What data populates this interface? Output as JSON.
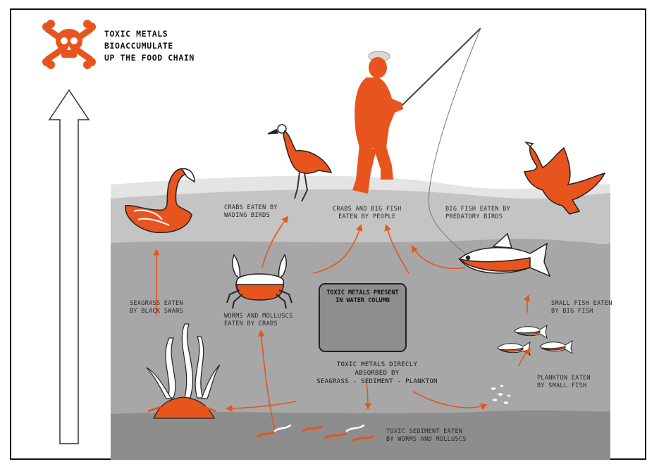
{
  "title_lines": [
    "TOXIC METALS",
    "BIOACCUMULATE",
    "UP THE FOOD CHAIN"
  ],
  "box": {
    "lines": [
      "TOXIC METALS PRESENT",
      "IN WATER COLUMN"
    ]
  },
  "center_note": {
    "lines": [
      "TOXIC METALS DIRECLY",
      "ABSORBED BY",
      "SEAGRASS - SEDIMENT - PLANKTON"
    ]
  },
  "labels": {
    "crabs_wading": "CRABS EATEN BY\nWADING BIRDS",
    "crabs_people": "CRABS AND BIG FISH\nEATEN BY PEOPLE",
    "bigfish_predatory": "BIG FISH EATEN BY\nPREDATORY BIRDS",
    "seagrass_swans": "SEAGRASS EATEN\nBY BLACK SWANS",
    "worms_crabs": "WORMS AND MOLLUSCS\nEATEN BY CRABS",
    "smallfish_bigfish": "SMALL FISH EATEN\nBY BIG FISH",
    "plankton_smallfish": "PLANKTON EATEN\nBY SMALL FISH",
    "sediment_worms": "TOXIC SEDIMENT EATEN\nBY WORMS AND MOLLUSCS"
  },
  "colors": {
    "accent_orange": "#e8541e",
    "sky_band": "#e2e2e2",
    "upper_water": "#c3c3c3",
    "deep_water": "#a6a6a6",
    "sediment": "#8c8c8c",
    "outline": "#222222"
  },
  "icons": [
    "skull-crossbones-icon",
    "up-arrow-icon"
  ]
}
